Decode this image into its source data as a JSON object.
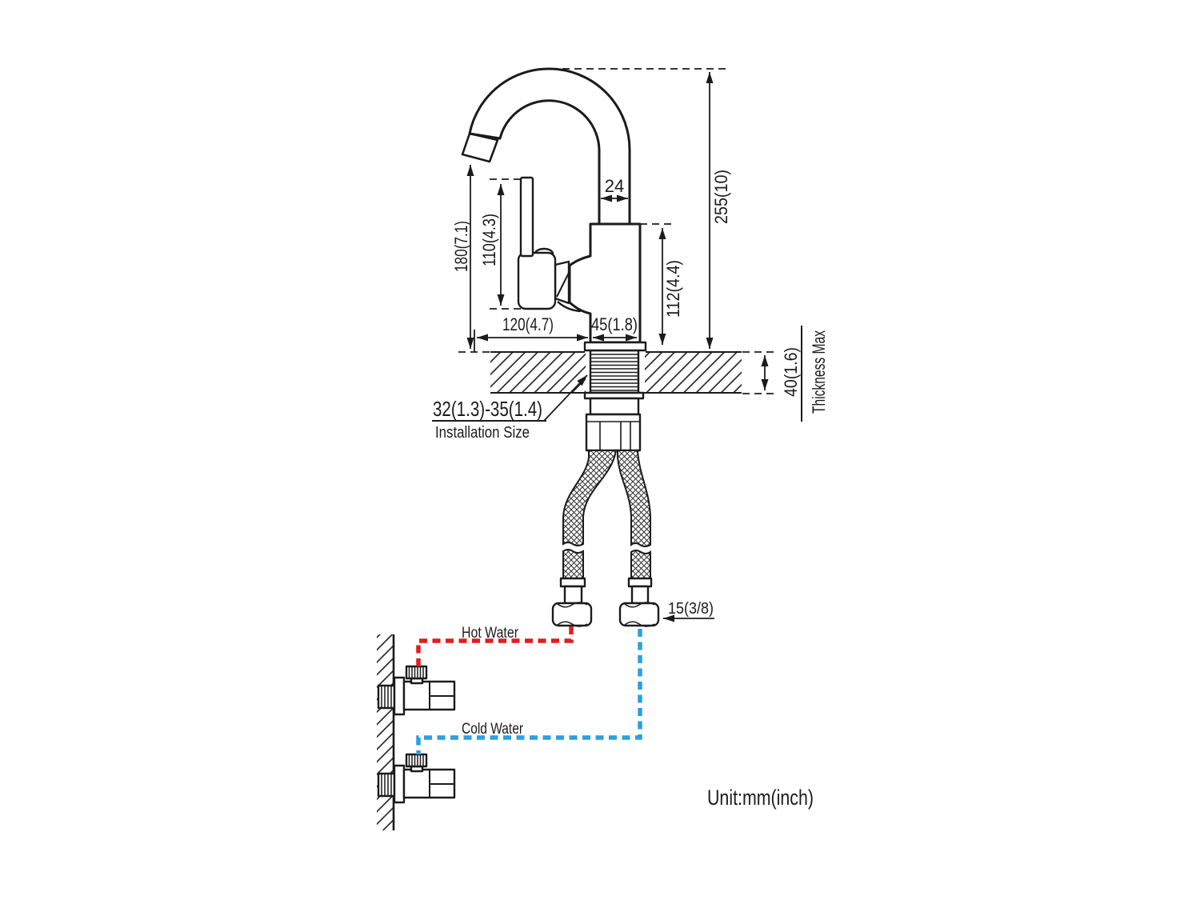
{
  "diagram": {
    "title_note": "Unit:mm(inch)",
    "dimensions": {
      "spout_height": "255(10)",
      "spout_tip_height": "180(7.1)",
      "handle_height": "110(4.3)",
      "body_height": "112(4.4)",
      "spout_pipe_width": "24",
      "spout_reach": "120(4.7)",
      "base_width": "45(1.8)",
      "deck_thickness": "40(1.6)",
      "deck_thickness_note": "Thickness Max",
      "installation_size_value": "32(1.3)-35(1.4)",
      "installation_size_label": "Installation Size",
      "hose_connection_size": "15(3/8)"
    },
    "supply_lines": {
      "hot_label": "Hot Water",
      "cold_label": "Cold Water"
    },
    "colors": {
      "line": "#1b1b1b",
      "hot": "#e11d1d",
      "cold": "#2b9fe3",
      "background": "#ffffff"
    }
  }
}
